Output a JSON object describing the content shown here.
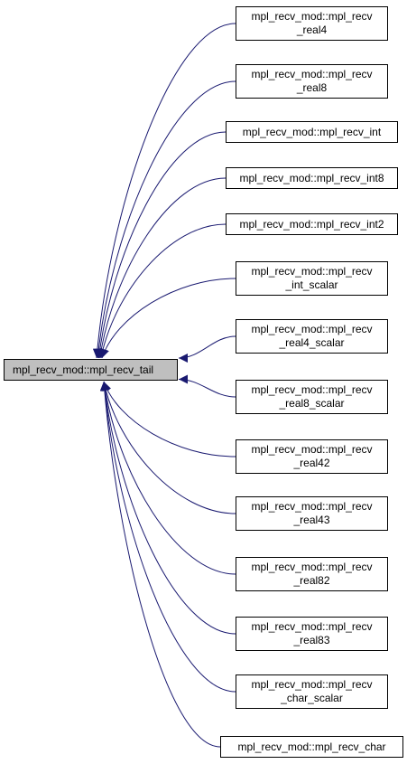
{
  "colors": {
    "edge": "#191970",
    "root_fill": "#bfbfbf",
    "node_fill": "#ffffff",
    "border": "#000000"
  },
  "root": {
    "lines": [
      "mpl_recv_mod::mpl_recv_tail"
    ]
  },
  "callers": [
    {
      "lines": [
        "mpl_recv_mod::mpl_recv",
        "_real4"
      ]
    },
    {
      "lines": [
        "mpl_recv_mod::mpl_recv",
        "_real8"
      ]
    },
    {
      "lines": [
        "mpl_recv_mod::mpl_recv_int"
      ]
    },
    {
      "lines": [
        "mpl_recv_mod::mpl_recv_int8"
      ]
    },
    {
      "lines": [
        "mpl_recv_mod::mpl_recv_int2"
      ]
    },
    {
      "lines": [
        "mpl_recv_mod::mpl_recv",
        "_int_scalar"
      ]
    },
    {
      "lines": [
        "mpl_recv_mod::mpl_recv",
        "_real4_scalar"
      ]
    },
    {
      "lines": [
        "mpl_recv_mod::mpl_recv",
        "_real8_scalar"
      ]
    },
    {
      "lines": [
        "mpl_recv_mod::mpl_recv",
        "_real42"
      ]
    },
    {
      "lines": [
        "mpl_recv_mod::mpl_recv",
        "_real43"
      ]
    },
    {
      "lines": [
        "mpl_recv_mod::mpl_recv",
        "_real82"
      ]
    },
    {
      "lines": [
        "mpl_recv_mod::mpl_recv",
        "_real83"
      ]
    },
    {
      "lines": [
        "mpl_recv_mod::mpl_recv",
        "_char_scalar"
      ]
    },
    {
      "lines": [
        "mpl_recv_mod::mpl_recv_char"
      ]
    }
  ]
}
